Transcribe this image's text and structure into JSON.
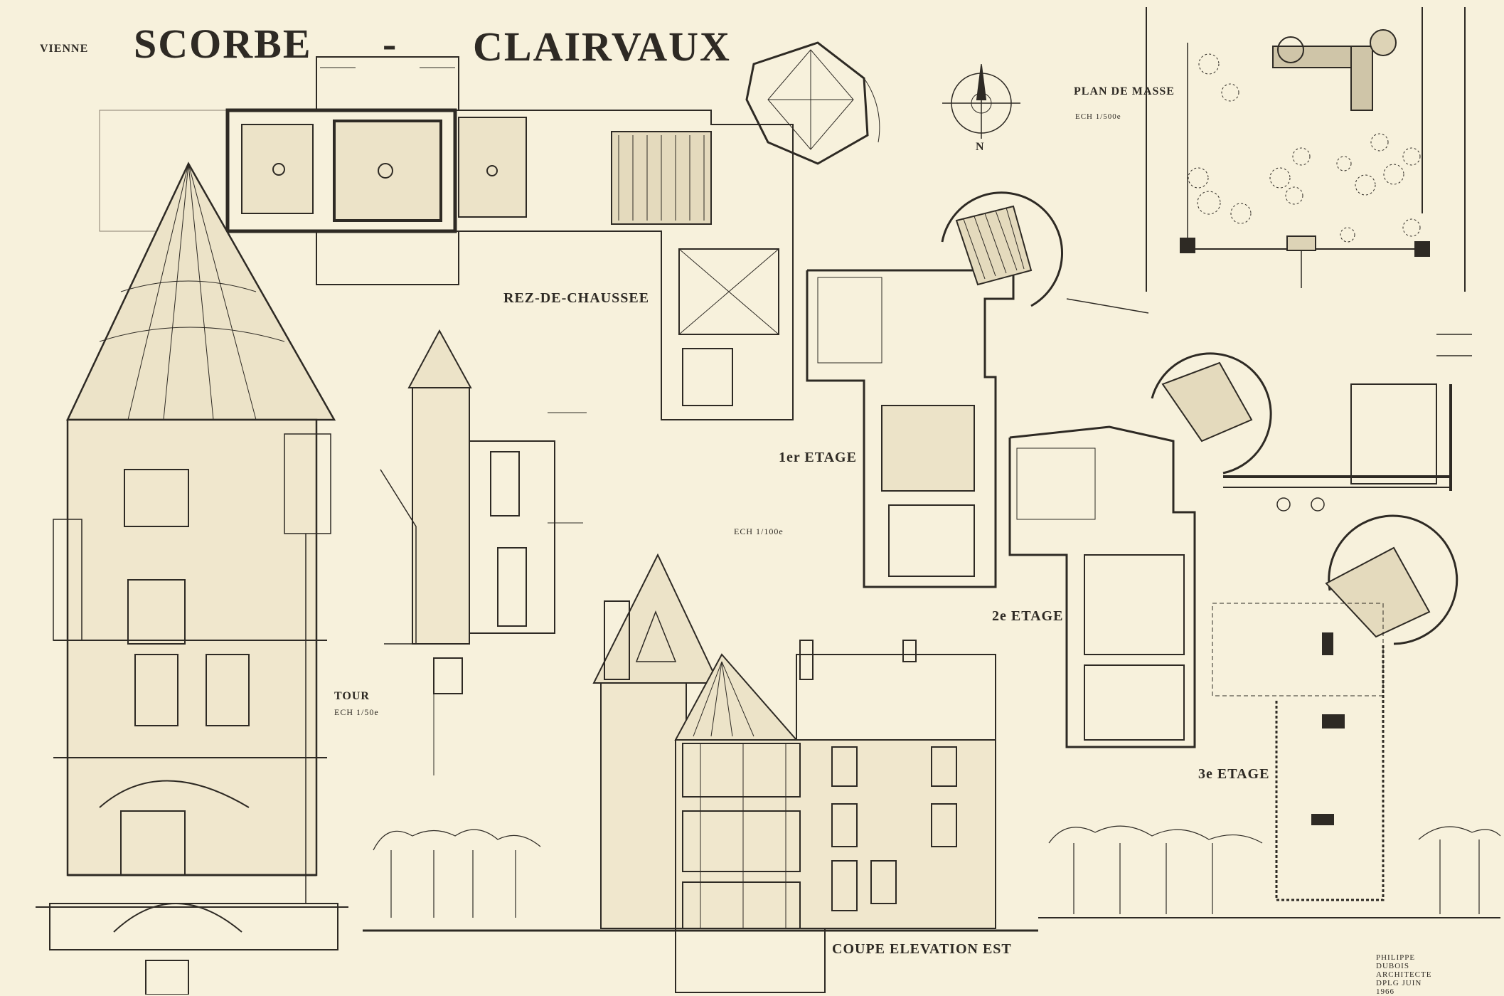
{
  "sheet": {
    "region": "VIENNE",
    "title_left": "SCORBE",
    "title_separator": "-",
    "title_right": "CLAIRVAUX"
  },
  "labels": {
    "rez_de_chaussee": "REZ-DE-CHAUSSEE",
    "premier_etage": "1er ETAGE",
    "deuxieme_etage": "2e ETAGE",
    "troisieme_etage": "3e ETAGE",
    "plan_de_masse": "PLAN DE MASSE",
    "plan_de_masse_scale": "ECH 1/500e",
    "plans_scale": "ECH 1/100e",
    "tour": "TOUR",
    "tour_scale": "ECH 1/50e",
    "coupe": "COUPE ELEVATION EST",
    "north": "N",
    "credit": "PHILIPPE DUBOIS ARCHITECTE DPLG JUIN 1966"
  },
  "colors": {
    "paper": "#f7f1dc",
    "ink": "#2e2a24",
    "wash": "#e9dfc3"
  }
}
